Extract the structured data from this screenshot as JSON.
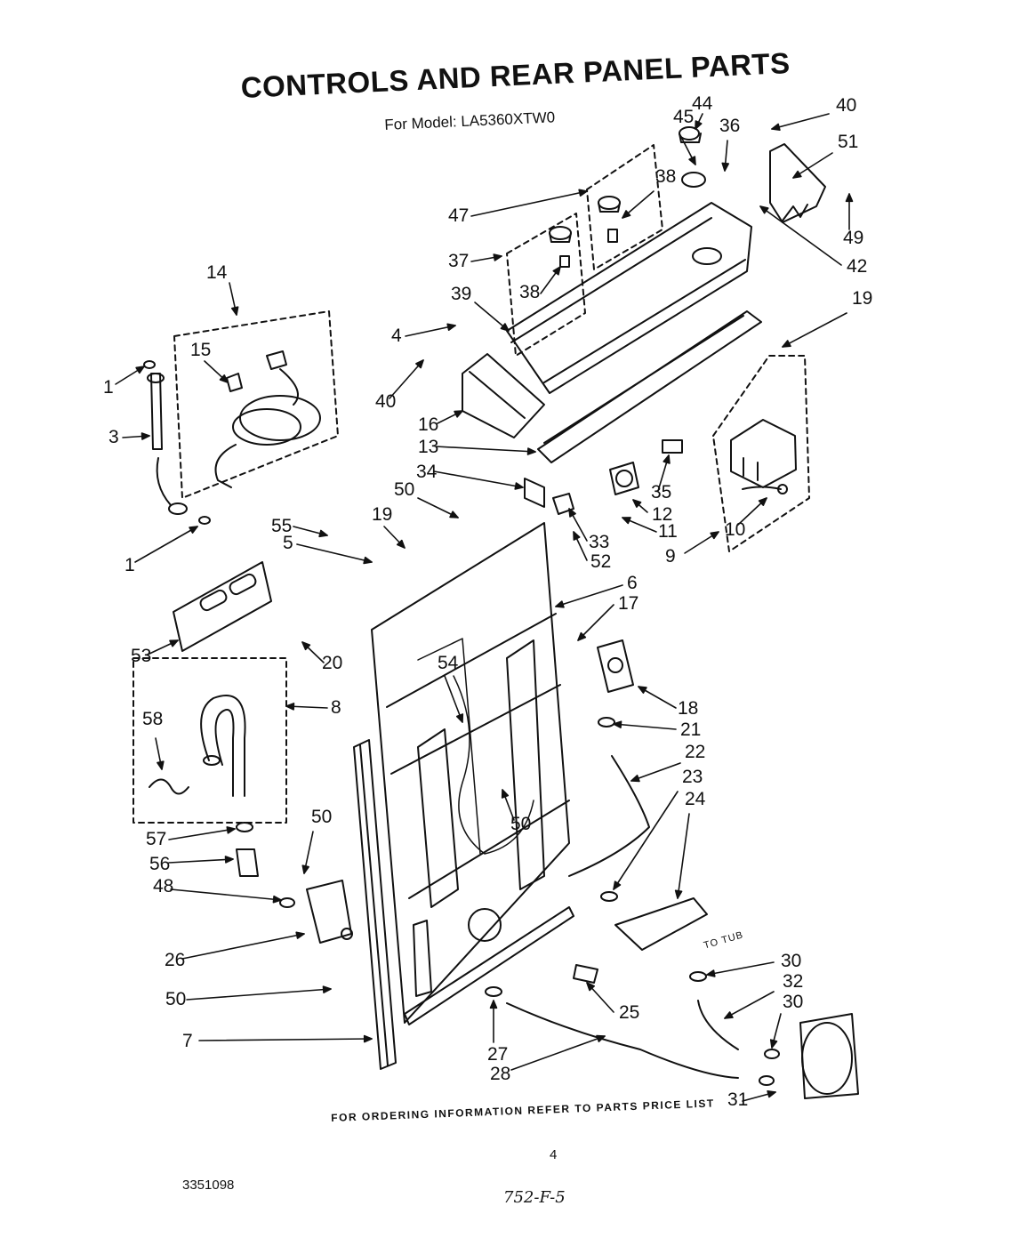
{
  "title": "CONTROLS AND REAR PANEL PARTS",
  "subtitle": "For Model: LA5360XTW0",
  "footer_note": "FOR ORDERING INFORMATION REFER TO PARTS PRICE LIST",
  "page_number": "4",
  "document_number": "3351098",
  "handwritten_note": "752-F-5",
  "to_tub_label": "TO TUB",
  "callouts": [
    {
      "id": "c1a",
      "label": "1"
    },
    {
      "id": "c1b",
      "label": "1"
    },
    {
      "id": "c3",
      "label": "3"
    },
    {
      "id": "c4",
      "label": "4"
    },
    {
      "id": "c5",
      "label": "5"
    },
    {
      "id": "c6",
      "label": "6"
    },
    {
      "id": "c7",
      "label": "7"
    },
    {
      "id": "c8",
      "label": "8"
    },
    {
      "id": "c9",
      "label": "9"
    },
    {
      "id": "c10",
      "label": "10"
    },
    {
      "id": "c11",
      "label": "11"
    },
    {
      "id": "c12",
      "label": "12"
    },
    {
      "id": "c13",
      "label": "13"
    },
    {
      "id": "c14",
      "label": "14"
    },
    {
      "id": "c15",
      "label": "15"
    },
    {
      "id": "c16",
      "label": "16"
    },
    {
      "id": "c17",
      "label": "17"
    },
    {
      "id": "c18",
      "label": "18"
    },
    {
      "id": "c19a",
      "label": "19"
    },
    {
      "id": "c19b",
      "label": "19"
    },
    {
      "id": "c20",
      "label": "20"
    },
    {
      "id": "c21",
      "label": "21"
    },
    {
      "id": "c22",
      "label": "22"
    },
    {
      "id": "c23",
      "label": "23"
    },
    {
      "id": "c24",
      "label": "24"
    },
    {
      "id": "c25",
      "label": "25"
    },
    {
      "id": "c26",
      "label": "26"
    },
    {
      "id": "c27",
      "label": "27"
    },
    {
      "id": "c28",
      "label": "28"
    },
    {
      "id": "c30a",
      "label": "30"
    },
    {
      "id": "c30b",
      "label": "30"
    },
    {
      "id": "c31",
      "label": "31"
    },
    {
      "id": "c32",
      "label": "32"
    },
    {
      "id": "c33",
      "label": "33"
    },
    {
      "id": "c34",
      "label": "34"
    },
    {
      "id": "c35",
      "label": "35"
    },
    {
      "id": "c36",
      "label": "36"
    },
    {
      "id": "c37",
      "label": "37"
    },
    {
      "id": "c38a",
      "label": "38"
    },
    {
      "id": "c38b",
      "label": "38"
    },
    {
      "id": "c39",
      "label": "39"
    },
    {
      "id": "c40a",
      "label": "40"
    },
    {
      "id": "c40b",
      "label": "40"
    },
    {
      "id": "c42",
      "label": "42"
    },
    {
      "id": "c44",
      "label": "44"
    },
    {
      "id": "c45",
      "label": "45"
    },
    {
      "id": "c47",
      "label": "47"
    },
    {
      "id": "c48",
      "label": "48"
    },
    {
      "id": "c49",
      "label": "49"
    },
    {
      "id": "c50a",
      "label": "50"
    },
    {
      "id": "c50b",
      "label": "50"
    },
    {
      "id": "c50c",
      "label": "50"
    },
    {
      "id": "c50d",
      "label": "50"
    },
    {
      "id": "c51",
      "label": "51"
    },
    {
      "id": "c52",
      "label": "52"
    },
    {
      "id": "c53",
      "label": "53"
    },
    {
      "id": "c54",
      "label": "54"
    },
    {
      "id": "c55",
      "label": "55"
    },
    {
      "id": "c56",
      "label": "56"
    },
    {
      "id": "c57",
      "label": "57"
    },
    {
      "id": "c58",
      "label": "58"
    }
  ]
}
